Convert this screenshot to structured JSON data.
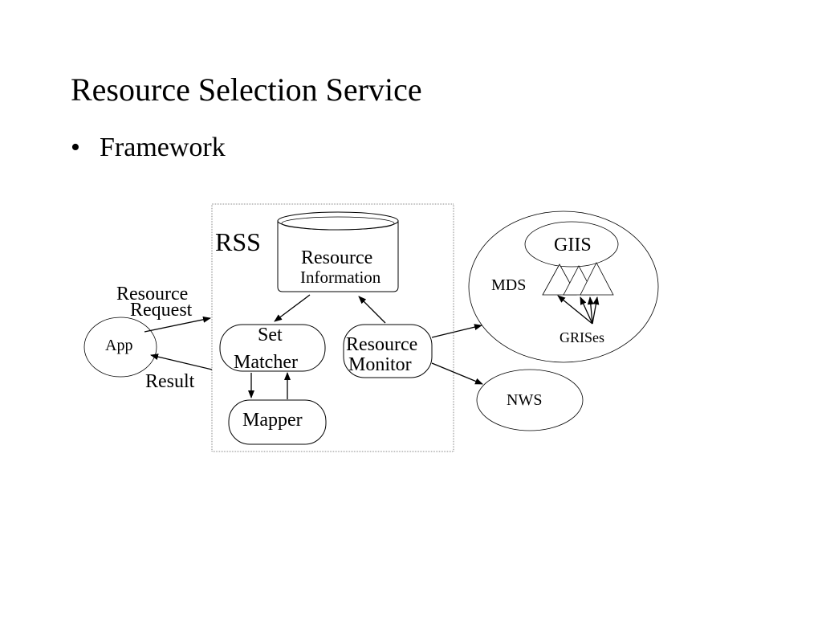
{
  "slide": {
    "title": "Resource Selection Service",
    "bullet_marker": "•",
    "bullet": "Framework"
  },
  "diagram": {
    "rss_label": "RSS",
    "resource_info_line1": "Resource",
    "resource_info_line2": "Information",
    "set_matcher_line1": "Set",
    "set_matcher_line2": "Matcher",
    "resource_monitor_line1": "Resource",
    "resource_monitor_line2": "Monitor",
    "mapper": "Mapper",
    "app": "App",
    "request_line1": "Resource",
    "request_line2": "Request",
    "result": "Result",
    "mds": "MDS",
    "giis": "GIIS",
    "grises": "GRISes",
    "nws": "NWS"
  }
}
